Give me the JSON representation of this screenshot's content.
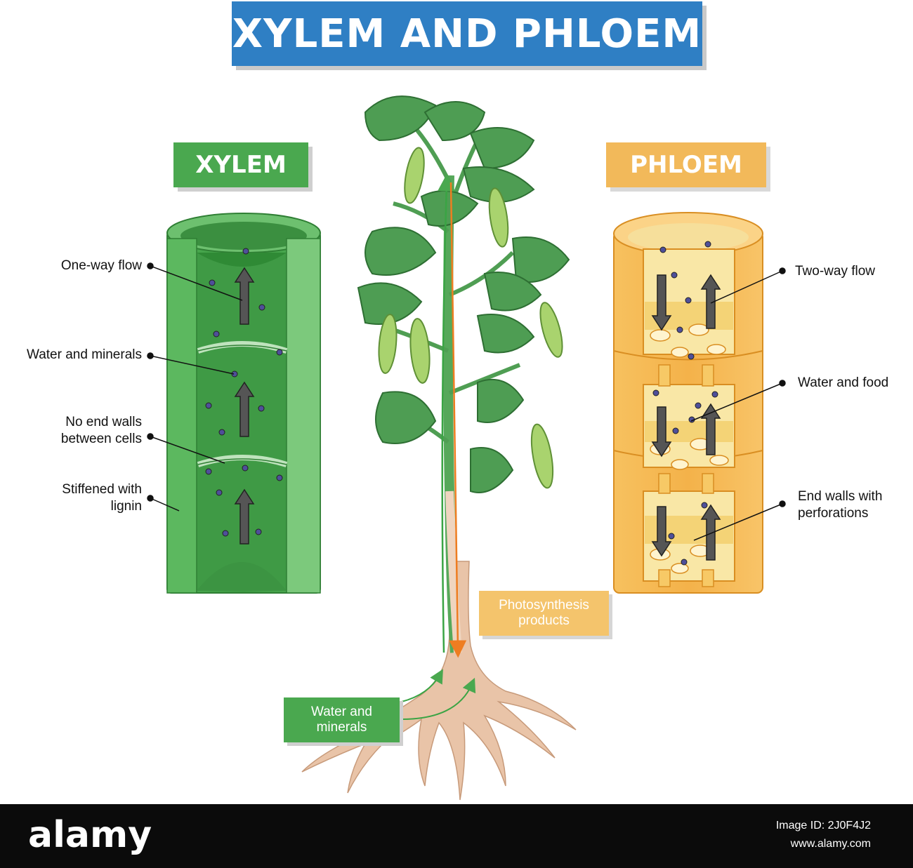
{
  "title": "XYLEM AND PHLOEM",
  "xylem": {
    "tag": "XYLEM",
    "labels": {
      "one_way_flow": "One-way flow",
      "water_minerals": "Water and minerals",
      "no_end_walls_1": "No end walls",
      "no_end_walls_2": "between cells",
      "stiffened_1": "Stiffened with",
      "stiffened_2": "lignin"
    }
  },
  "phloem": {
    "tag": "PHLOEM",
    "labels": {
      "two_way_flow": "Two-way flow",
      "water_food": "Water and food",
      "end_walls_1": "End walls with",
      "end_walls_2": "perforations"
    }
  },
  "plant": {
    "photosynthesis_1": "Photosynthesis",
    "photosynthesis_2": "products",
    "water_1": "Water and",
    "water_2": "minerals"
  },
  "footer": {
    "brand": "alamy",
    "image_id_label": "Image ID: 2J0F4J2",
    "url": "www.alamy.com"
  },
  "colors": {
    "banner": "#2f7fc4",
    "xylem": "#4aa84f",
    "phloem": "#f2b95a",
    "arrow": "#444444"
  }
}
